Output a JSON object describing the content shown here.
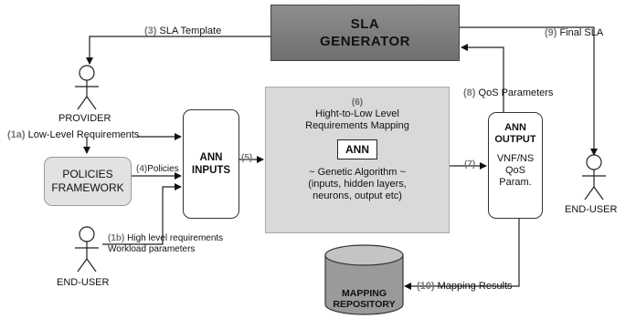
{
  "sla_generator": {
    "line1": "SLA",
    "line2": "GENERATOR"
  },
  "provider": {
    "label": "PROVIDER"
  },
  "end_user_left": {
    "label": "END-USER"
  },
  "end_user_right": {
    "label": "END-USER"
  },
  "policies_framework": {
    "line1": "POLICIES",
    "line2": "FRAMEWORK"
  },
  "ann_inputs": {
    "line1": "ANN",
    "line2": "INPUTS"
  },
  "core_block": {
    "number": "(6)",
    "title1": "Hight-to-Low Level",
    "title2": "Requirements Mapping",
    "ann_label": "ANN",
    "ga1": "~ Genetic Algorithm ~",
    "ga2": "(inputs, hidden layers,",
    "ga3": "neurons, output etc)"
  },
  "ann_output": {
    "title1": "ANN",
    "title2": "OUTPUT",
    "body1": "VNF/NS",
    "body2": "QoS",
    "body3": "Param."
  },
  "mapping_repository": {
    "line1": "MAPPING",
    "line2": "REPOSITORY"
  },
  "edges": {
    "sla_template": {
      "num": "(3)",
      "text": "SLA Template"
    },
    "low_level": {
      "num": "(1a)",
      "text": "Low-Level Requirements"
    },
    "policies": {
      "num": "(4)",
      "text": "Policies"
    },
    "high_level": {
      "num": "(1b)",
      "text1": "High level requirements",
      "text2": "Workload parameters"
    },
    "five": {
      "num": "(5)"
    },
    "seven": {
      "num": "(7)"
    },
    "qos": {
      "num": "(8)",
      "text": "QoS Parameters"
    },
    "final_sla": {
      "num": "(9)",
      "text": "Final SLA"
    },
    "mapping_results": {
      "num": "(10)",
      "text": "Mapping Results"
    }
  }
}
